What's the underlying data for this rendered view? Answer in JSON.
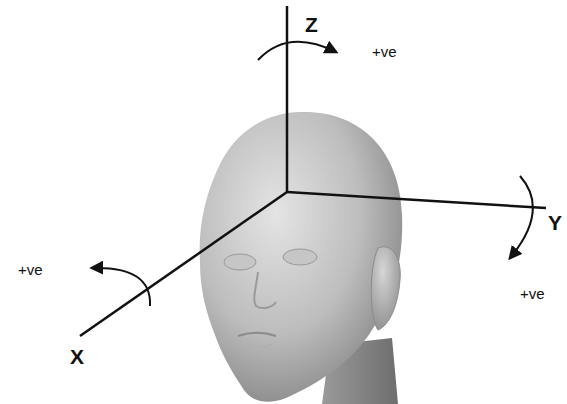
{
  "diagram": {
    "labels": [
      "Z",
      "+ve",
      "Y",
      "+ve",
      "+ve",
      "X"
    ]
  }
}
